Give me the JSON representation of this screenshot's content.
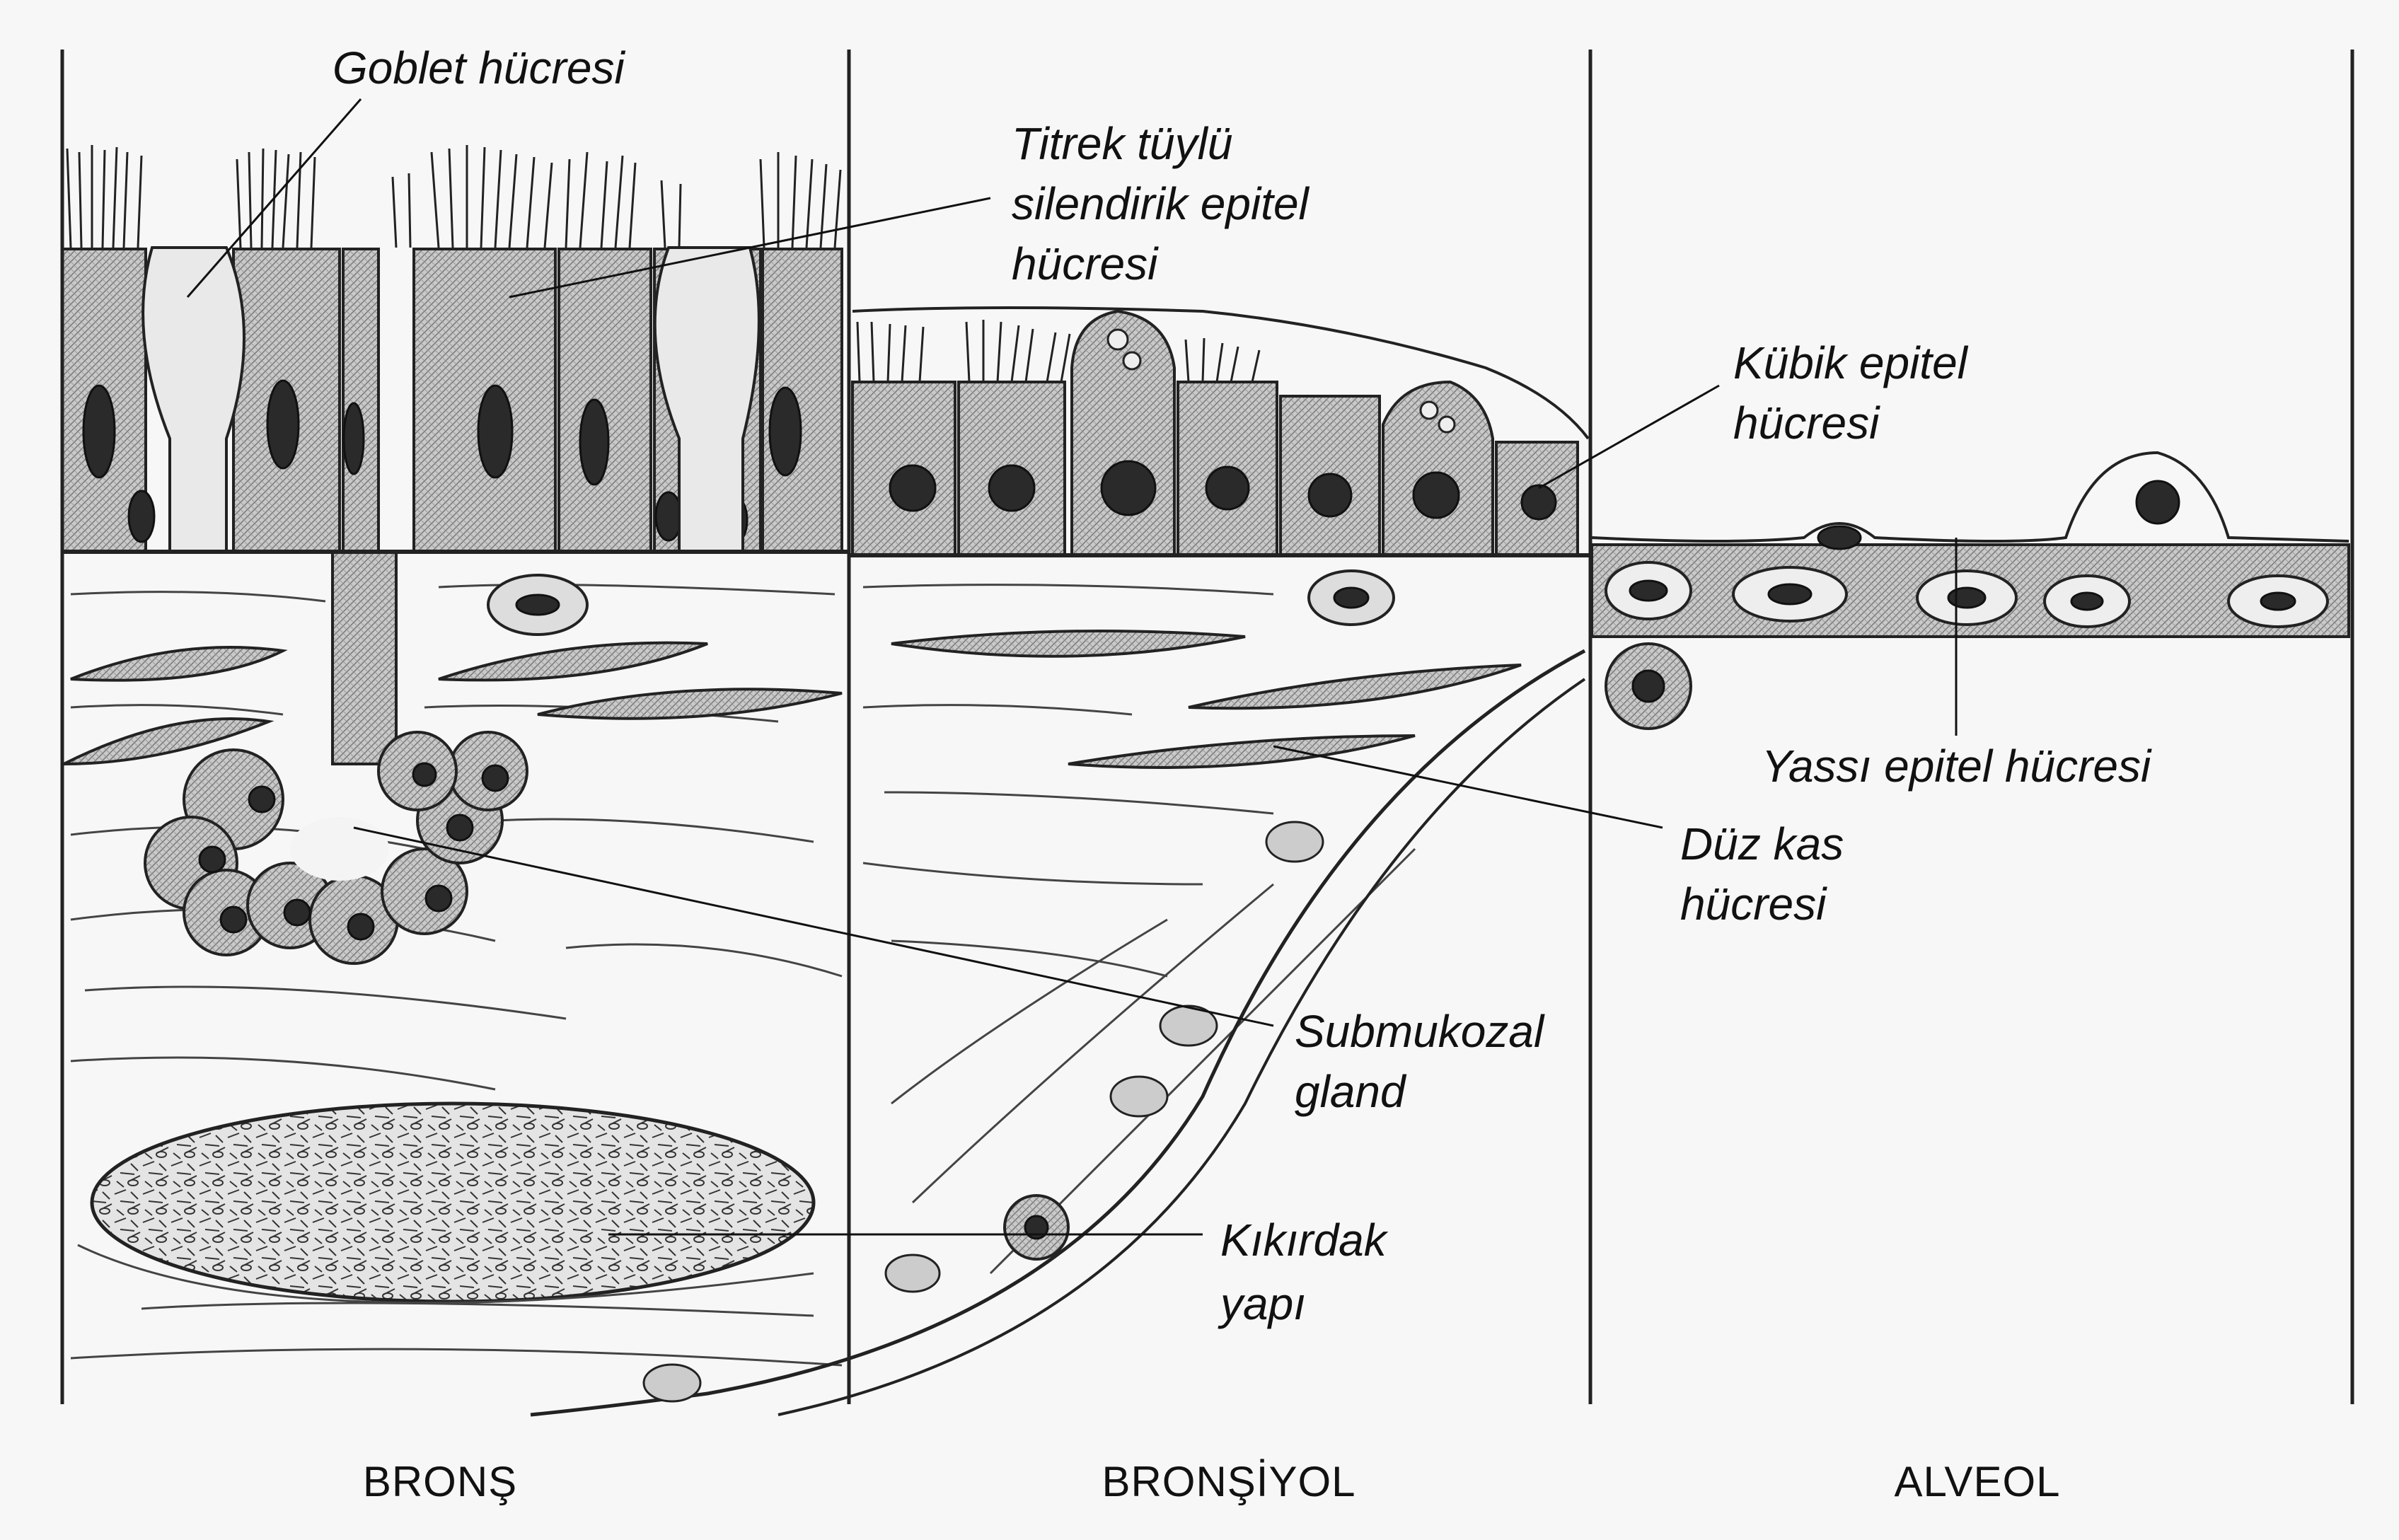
{
  "labels": {
    "goblet": "Goblet hücresi",
    "ciliated_line1": "Titrek tüylü",
    "ciliated_line2": "silendirik epitel",
    "ciliated_line3": "hücresi",
    "cuboidal_line1": "Kübik epitel",
    "cuboidal_line2": "hücresi",
    "squamous": "Yassı epitel hücresi",
    "smooth_muscle_line1": "Düz kas",
    "smooth_muscle_line2": "hücresi",
    "submucosal_line1": "Submukozal",
    "submucosal_line2": "gland",
    "cartilage_line1": "Kıkırdak",
    "cartilage_line2": "yapı"
  },
  "sections": {
    "bronchus": "BRONŞ",
    "bronchiole": "BRONŞİYOL",
    "alveolus": "ALVEOL"
  }
}
